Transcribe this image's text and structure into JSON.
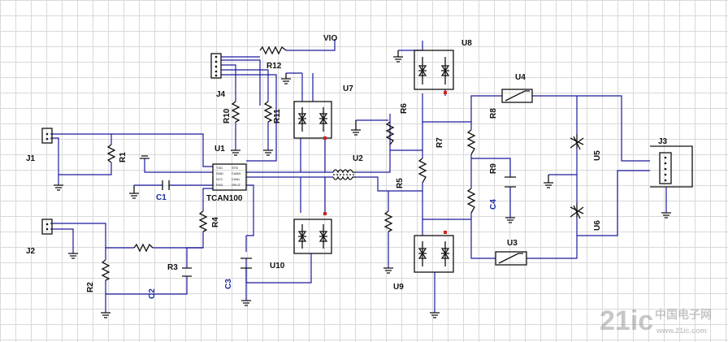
{
  "labels": {
    "vio": "VIO",
    "r12": "R12",
    "j4": "J4",
    "r10": "R10",
    "r11": "R11",
    "u7": "U7",
    "u8": "U8",
    "u4": "U4",
    "r6": "R6",
    "r8": "R8",
    "r7": "R7",
    "j1": "J1",
    "r1": "R1",
    "u1": "U1",
    "u2": "U2",
    "r9": "R9",
    "u5": "U5",
    "j3": "J3",
    "c1": "C1",
    "tcan": "TCAN100",
    "r5": "R5",
    "c4": "C4",
    "r4": "R4",
    "j2": "J2",
    "u6": "U6",
    "r3": "R3",
    "r2": "R2",
    "c2": "C2",
    "c3": "C3",
    "u10": "U10",
    "u3": "U3",
    "u9": "U9"
  },
  "chip_pins": {
    "left": [
      "TXD",
      "GND",
      "VCC",
      "RXD"
    ],
    "right": [
      "STB",
      "CANH",
      "CANL",
      "SPLIT"
    ]
  },
  "watermark": {
    "main": "21ic",
    "cn": "中国电子网",
    "url": "www.21ic.com"
  },
  "colors": {
    "wire": "#1a1a9e",
    "component": "#111111",
    "blue_label": "#1a2aa0",
    "pin_red": "#cc2222"
  }
}
